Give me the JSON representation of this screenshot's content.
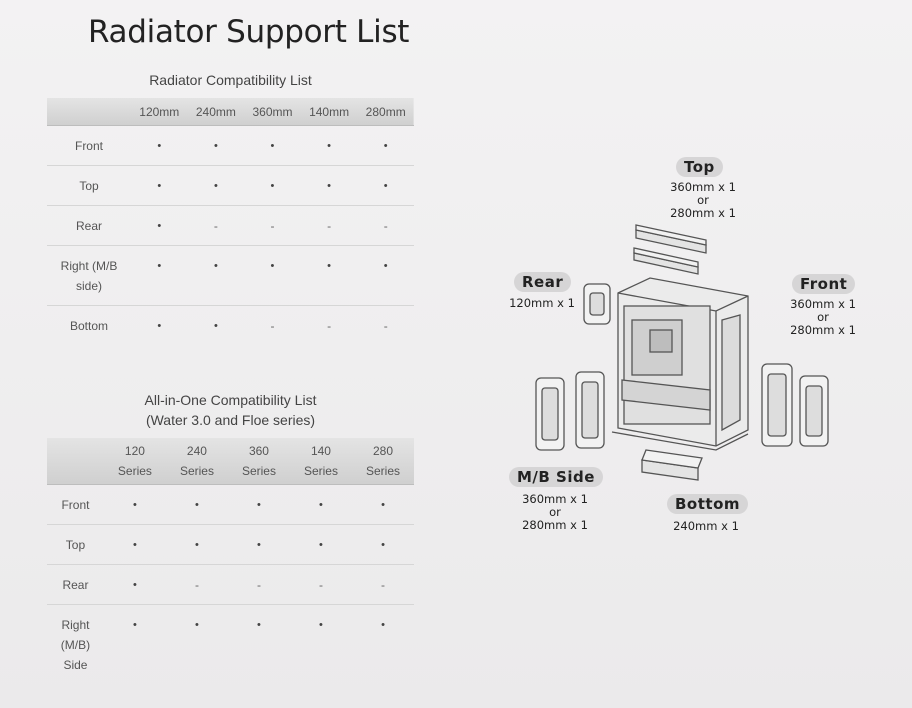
{
  "page_title": "Radiator Support List",
  "radiator_table": {
    "caption": "Radiator Compatibility List",
    "columns": [
      "120mm",
      "240mm",
      "360mm",
      "140mm",
      "280mm"
    ],
    "rows": [
      {
        "label": "Front",
        "cells": [
          "•",
          "•",
          "•",
          "•",
          "•"
        ]
      },
      {
        "label": "Top",
        "cells": [
          "•",
          "•",
          "•",
          "•",
          "•"
        ]
      },
      {
        "label": "Rear",
        "cells": [
          "•",
          "-",
          "-",
          "-",
          "-"
        ]
      },
      {
        "label": "Right (M/B side)",
        "cells": [
          "•",
          "•",
          "•",
          "•",
          "•"
        ]
      },
      {
        "label": "Bottom",
        "cells": [
          "•",
          "•",
          "-",
          "-",
          "-"
        ]
      }
    ]
  },
  "aio_table": {
    "caption_line1": "All-in-One Compatibility List",
    "caption_line2": "(Water 3.0 and Floe series)",
    "columns": [
      "120 Series",
      "240 Series",
      "360 Series",
      "140 Series",
      "280 Series"
    ],
    "rows": [
      {
        "label": "Front",
        "cells": [
          "•",
          "•",
          "•",
          "•",
          "•"
        ]
      },
      {
        "label": "Top",
        "cells": [
          "•",
          "•",
          "•",
          "•",
          "•"
        ]
      },
      {
        "label": "Rear",
        "cells": [
          "•",
          "-",
          "-",
          "-",
          "-"
        ]
      },
      {
        "label": "Right (M/B) Side",
        "cells": [
          "•",
          "•",
          "•",
          "•",
          "•"
        ]
      }
    ]
  },
  "diagram": {
    "top": {
      "label": "Top",
      "spec_line1": "360mm x 1",
      "spec_line2": "or",
      "spec_line3": "280mm x 1"
    },
    "rear": {
      "label": "Rear",
      "spec_line1": "120mm x 1"
    },
    "front": {
      "label": "Front",
      "spec_line1": "360mm x 1",
      "spec_line2": "or",
      "spec_line3": "280mm x 1"
    },
    "mb_side": {
      "label": "M/B Side",
      "spec_line1": "360mm x 1",
      "spec_line2": "or",
      "spec_line3": "280mm x 1"
    },
    "bottom": {
      "label": "Bottom",
      "spec_line1": "240mm x 1"
    }
  }
}
